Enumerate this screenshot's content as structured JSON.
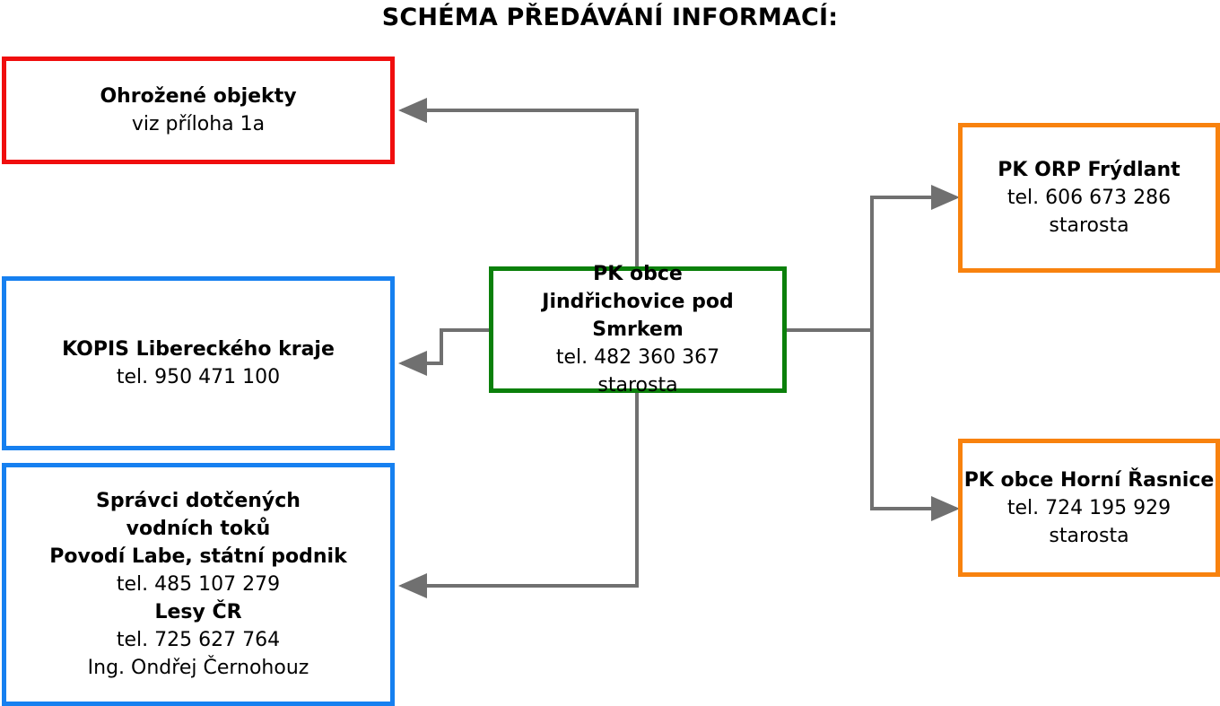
{
  "title": "SCHÉMA PŘEDÁVÁNÍ INFORMACÍ:",
  "center": {
    "line1": "PK obce",
    "line2": "Jindřichovice pod Smrkem",
    "phone": "tel. 482 360 367",
    "role": "starosta"
  },
  "threatened": {
    "title": "Ohrožené objekty",
    "note": "viz příloha 1a"
  },
  "kopis": {
    "title": "KOPIS Libereckého kraje",
    "phone": "tel. 950 471 100"
  },
  "water": {
    "line1": "Správci dotčených",
    "line2": "vodních toků",
    "org1": "Povodí Labe, státní podnik",
    "org1_phone": "tel. 485 107 279",
    "org2": "Lesy ČR",
    "org2_phone": "tel. 725 627 764",
    "contact": "Ing. Ondřej Černohouz"
  },
  "orp": {
    "title": "PK ORP Frýdlant",
    "phone": "tel. 606 673 286",
    "role": "starosta"
  },
  "rasnice": {
    "title": "PK obce Horní Řasnice",
    "phone": "tel. 724 195 929",
    "role": "starosta"
  },
  "colors": {
    "red": "#f00e0e",
    "blue": "#1680f0",
    "green": "#0b800b",
    "orange": "#f8820e",
    "connector": "#707070"
  }
}
